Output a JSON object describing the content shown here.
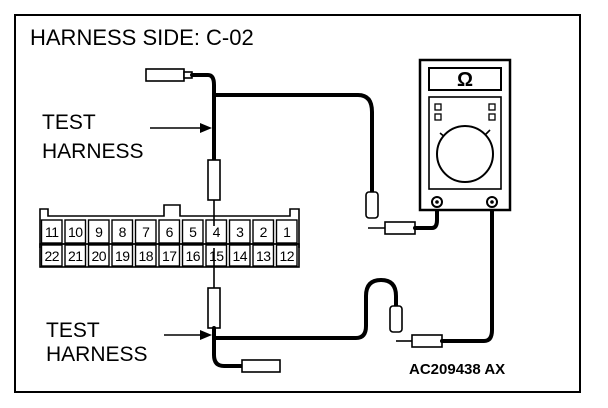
{
  "title": "HARNESS SIDE: C-02",
  "test_harness_upper": [
    "TEST",
    "HARNESS"
  ],
  "test_harness_lower": [
    "TEST",
    "HARNESS"
  ],
  "connector": {
    "top_row": [
      "11",
      "10",
      "9",
      "8",
      "7",
      "6",
      "5",
      "4",
      "3",
      "2",
      "1"
    ],
    "bottom_row": [
      "22",
      "21",
      "20",
      "19",
      "18",
      "17",
      "16",
      "15",
      "14",
      "13",
      "12"
    ],
    "probed_pins": [
      "4",
      "15"
    ]
  },
  "multimeter": {
    "mode_symbol": "Ω",
    "icon": "ohmmeter-icon"
  },
  "figure_code": "AC209438 AX"
}
